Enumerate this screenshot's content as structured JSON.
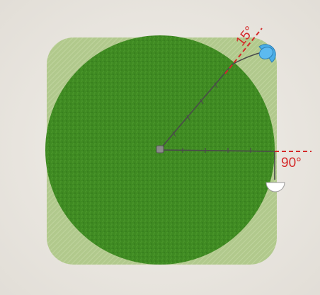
{
  "scene": {
    "angles": [
      {
        "label": "15°",
        "degrees": 15
      },
      {
        "label": "90°",
        "degrees": 90
      }
    ]
  },
  "colors": {
    "background": "#e9e6e1",
    "outer_square": "#a7c47e",
    "grass": "#3f8a22",
    "grass_dark": "#2e6f18",
    "arm": "#4a4a4a",
    "annotation": "#d42a2a",
    "lamp_blue": "#4aaee8",
    "lamp_white": "#ffffff"
  },
  "icons": {
    "pivot": "pivot-icon",
    "lamp_top": "sprinkler-head-icon",
    "lamp_right": "sprinkler-head-icon"
  }
}
